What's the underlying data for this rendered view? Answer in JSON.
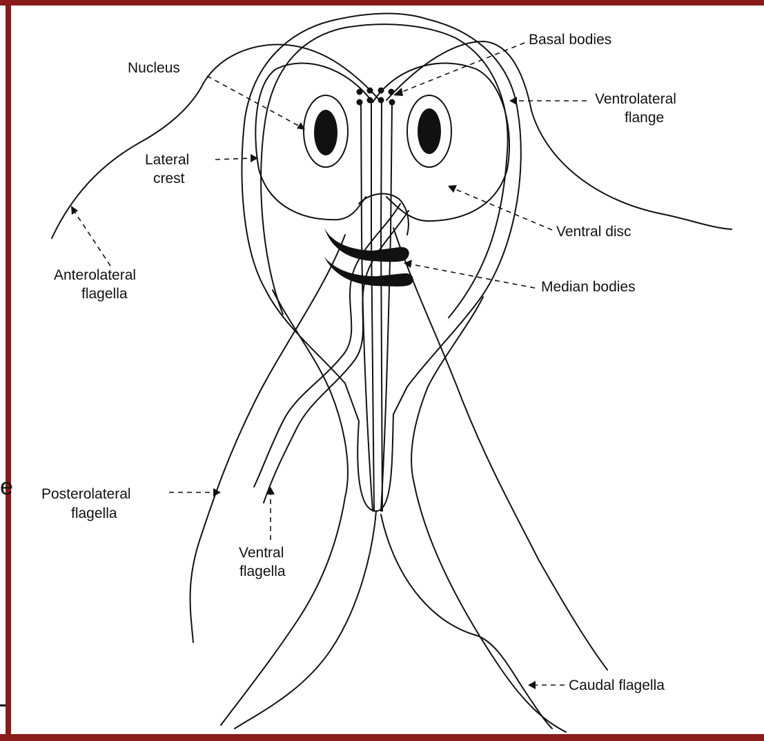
{
  "frame": {
    "color": "#8b1a1a"
  },
  "edge_glyph": "e",
  "labels": {
    "basal_bodies": "Basal bodies",
    "nucleus": "Nucleus",
    "ventrolateral_flange_1": "Ventrolateral",
    "ventrolateral_flange_2": "flange",
    "lateral_crest_1": "Lateral",
    "lateral_crest_2": "crest",
    "ventral_disc": "Ventral disc",
    "anterolateral_flagella_1": "Anterolateral",
    "anterolateral_flagella_2": "flagella",
    "median_bodies": "Median bodies",
    "posterolateral_flagella_1": "Posterolateral",
    "posterolateral_flagella_2": "flagella",
    "ventral_flagella_1": "Ventral",
    "ventral_flagella_2": "flagella",
    "caudal_flagella": "Caudal flagella"
  }
}
